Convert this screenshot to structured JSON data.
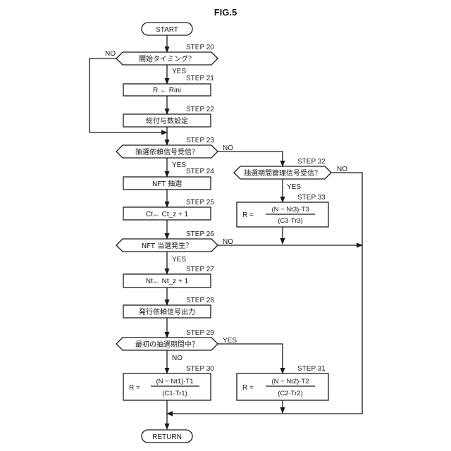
{
  "figure_title": "FIG.5",
  "terminals": {
    "start": "START",
    "return": "RETURN"
  },
  "steps": {
    "s20": {
      "label": "STEP 20",
      "text": "開始タイミング？"
    },
    "s21": {
      "label": "STEP 21",
      "text": "R ← Rini"
    },
    "s22": {
      "label": "STEP 22",
      "text": "総付与数設定"
    },
    "s23": {
      "label": "STEP 23",
      "text": "抽選依頼信号受信？"
    },
    "s24": {
      "label": "STEP 24",
      "text": "NFT 抽選"
    },
    "s25": {
      "label": "STEP 25",
      "text": "Ct← Ct_z + 1"
    },
    "s26": {
      "label": "STEP 26",
      "text": "NFT 当選発生？"
    },
    "s27": {
      "label": "STEP 27",
      "text": "Nt← Nt_z + 1"
    },
    "s28": {
      "label": "STEP 28",
      "text": "発行依頼信号出力"
    },
    "s29": {
      "label": "STEP 29",
      "text": "最初の抽選期間中？"
    },
    "s30": {
      "label": "STEP 30",
      "lhs": "R =",
      "numerator": "(N − Nt1)·T1",
      "denominator": "(C1·Tr1)"
    },
    "s31": {
      "label": "STEP 31",
      "lhs": "R =",
      "numerator": "(N − Nt2)·T2",
      "denominator": "(C2·Tr2)"
    },
    "s32": {
      "label": "STEP 32",
      "text": "抽選期間管理信号受信？"
    },
    "s33": {
      "label": "STEP 33",
      "lhs": "R =",
      "numerator": "(N − Nt3)·T3",
      "denominator": "(C3·Tr3)"
    }
  },
  "branch_labels": {
    "yes": "YES",
    "no": "NO"
  }
}
